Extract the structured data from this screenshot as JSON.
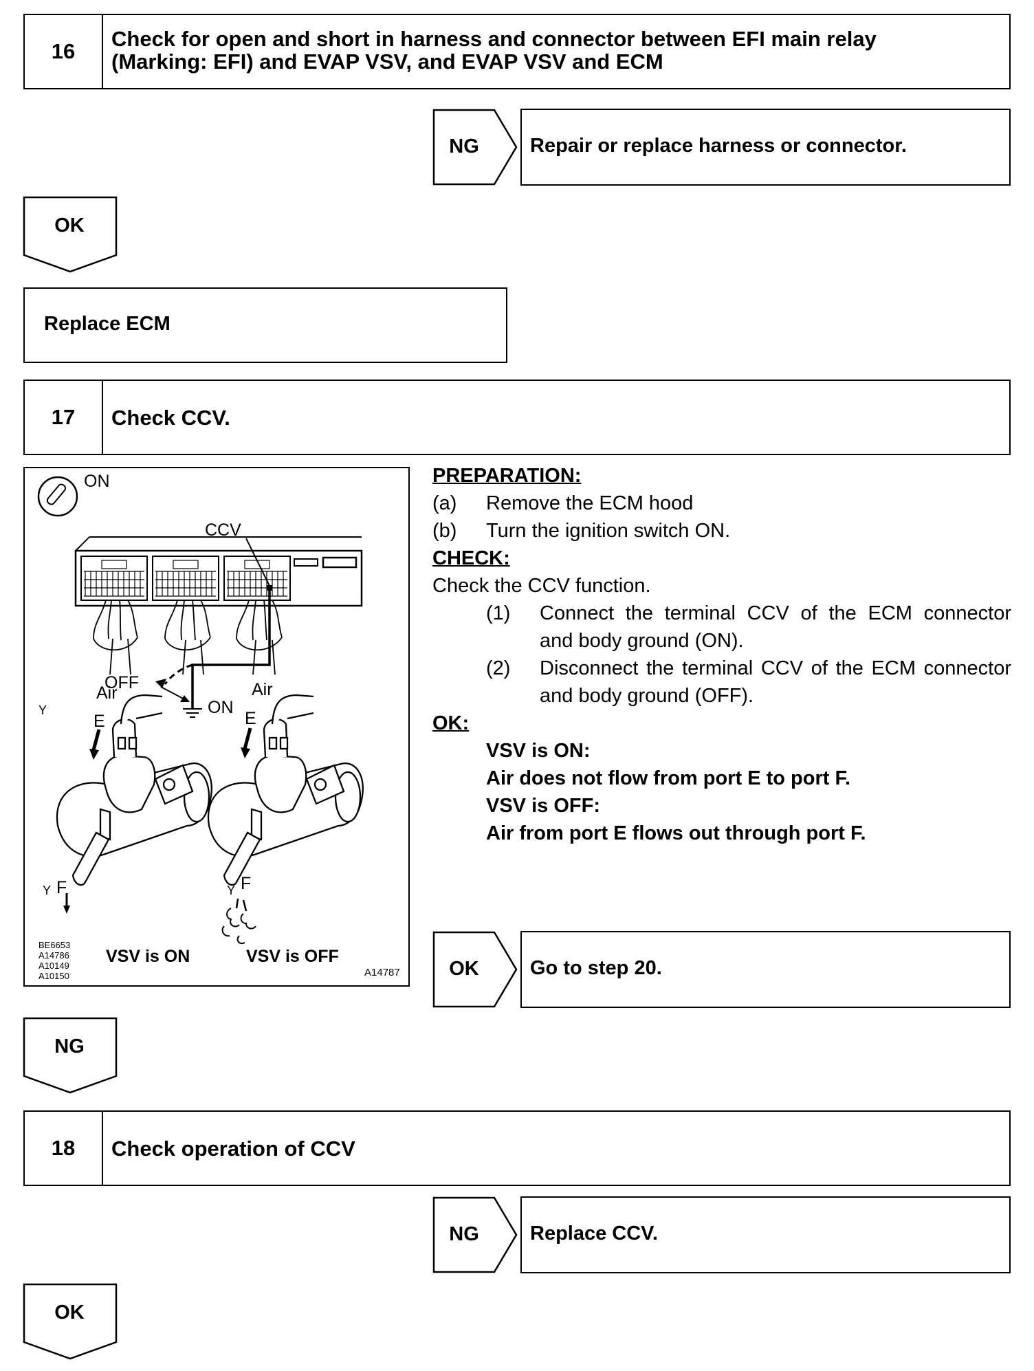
{
  "step16": {
    "number": "16",
    "title_line1": "Check for open and short in harness and connector between EFI main relay",
    "title_line2": "(Marking: EFI) and EVAP VSV, and EVAP VSV and ECM",
    "ng_label": "NG",
    "ng_result": "Repair or replace harness or connector.",
    "ok_label": "OK",
    "ok_result": "Replace ECM"
  },
  "step17": {
    "number": "17",
    "title": "Check CCV.",
    "preparation_heading": "PREPARATION:",
    "preparation": [
      {
        "marker": "(a)",
        "text": "Remove the ECM hood"
      },
      {
        "marker": "(b)",
        "text": "Turn the ignition switch ON."
      }
    ],
    "check_heading": "CHECK:",
    "check_intro": "Check the CCV function.",
    "check_items": [
      {
        "marker": "(1)",
        "line1": "Connect the terminal CCV of the ECM connector",
        "line2": "and body ground (ON)."
      },
      {
        "marker": "(2)",
        "line1": "Disconnect the terminal CCV of the ECM connector",
        "line2": "and body ground (OFF)."
      }
    ],
    "ok_heading": "OK:",
    "ok_lines": [
      "VSV is ON:",
      "Air does not flow from port E to port F.",
      "VSV is OFF:",
      "Air from port E flows out through port F."
    ],
    "ok_label": "OK",
    "ok_result": "Go to step 20.",
    "ng_label": "NG",
    "figure": {
      "ignition_label": "ON",
      "ccv_label": "CCV",
      "off_label": "OFF",
      "on_label": "ON",
      "y_label": "Y",
      "air_left": "Air",
      "air_right": "Air",
      "e_left": "E",
      "e_right": "E",
      "f_left": "F",
      "f_right": "F",
      "y_left": "Y",
      "y_right": "Y",
      "caption_left": "VSV is ON",
      "caption_right": "VSV is OFF",
      "ref_codes": [
        "BE6653",
        "A14786",
        "A10149",
        "A10150"
      ],
      "ref_right": "A14787"
    }
  },
  "step18": {
    "number": "18",
    "title": "Check operation of CCV",
    "ng_label": "NG",
    "ng_result": "Replace CCV.",
    "ok_label": "OK"
  }
}
